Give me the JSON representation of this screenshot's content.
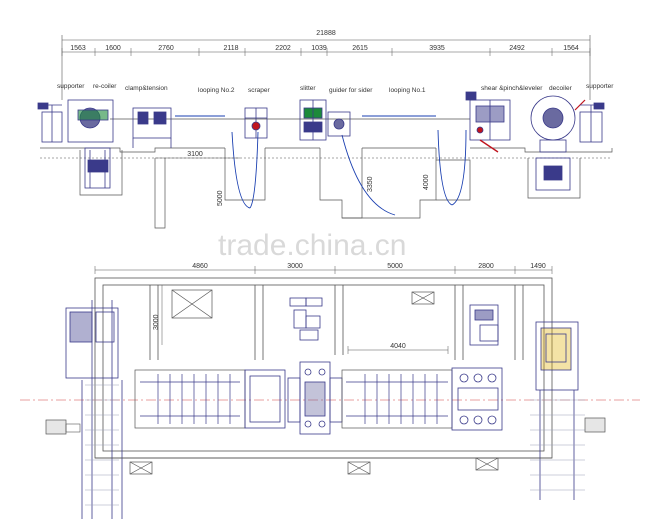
{
  "elevation": {
    "total_length": "21888",
    "segments": [
      "1563",
      "1600",
      "2760",
      "2118",
      "2202",
      "1039",
      "2615",
      "3935",
      "2492",
      "1564"
    ],
    "labels": {
      "supporter_left": "supporter",
      "recoiler": "re-coiler",
      "clamp_tension": "clamp&tension",
      "looping2": "looping No.2",
      "scraper": "scraper",
      "slitter": "slitter",
      "guider": "guider for sider",
      "looping1": "looping No.1",
      "shear": "shear &pinch&leveler",
      "decoiler": "decoiler",
      "supporter_right": "supporter"
    },
    "pit_width": "3100",
    "depths": [
      "5000",
      "3350",
      "4000"
    ]
  },
  "plan": {
    "top_dims": [
      "4860",
      "3000",
      "5000",
      "2800",
      "1490"
    ],
    "side_dim": "3000",
    "pit_length": "4040"
  },
  "watermark": "trade.china.cn",
  "colors": {
    "line": "#4a4a4a",
    "equipment": "#3a3a8a",
    "accent_blue": "#1a3fb0",
    "accent_red": "#c0141e",
    "accent_green": "#1c8a3a",
    "centerline": "#d04040",
    "rail": "#9aa0b8"
  }
}
